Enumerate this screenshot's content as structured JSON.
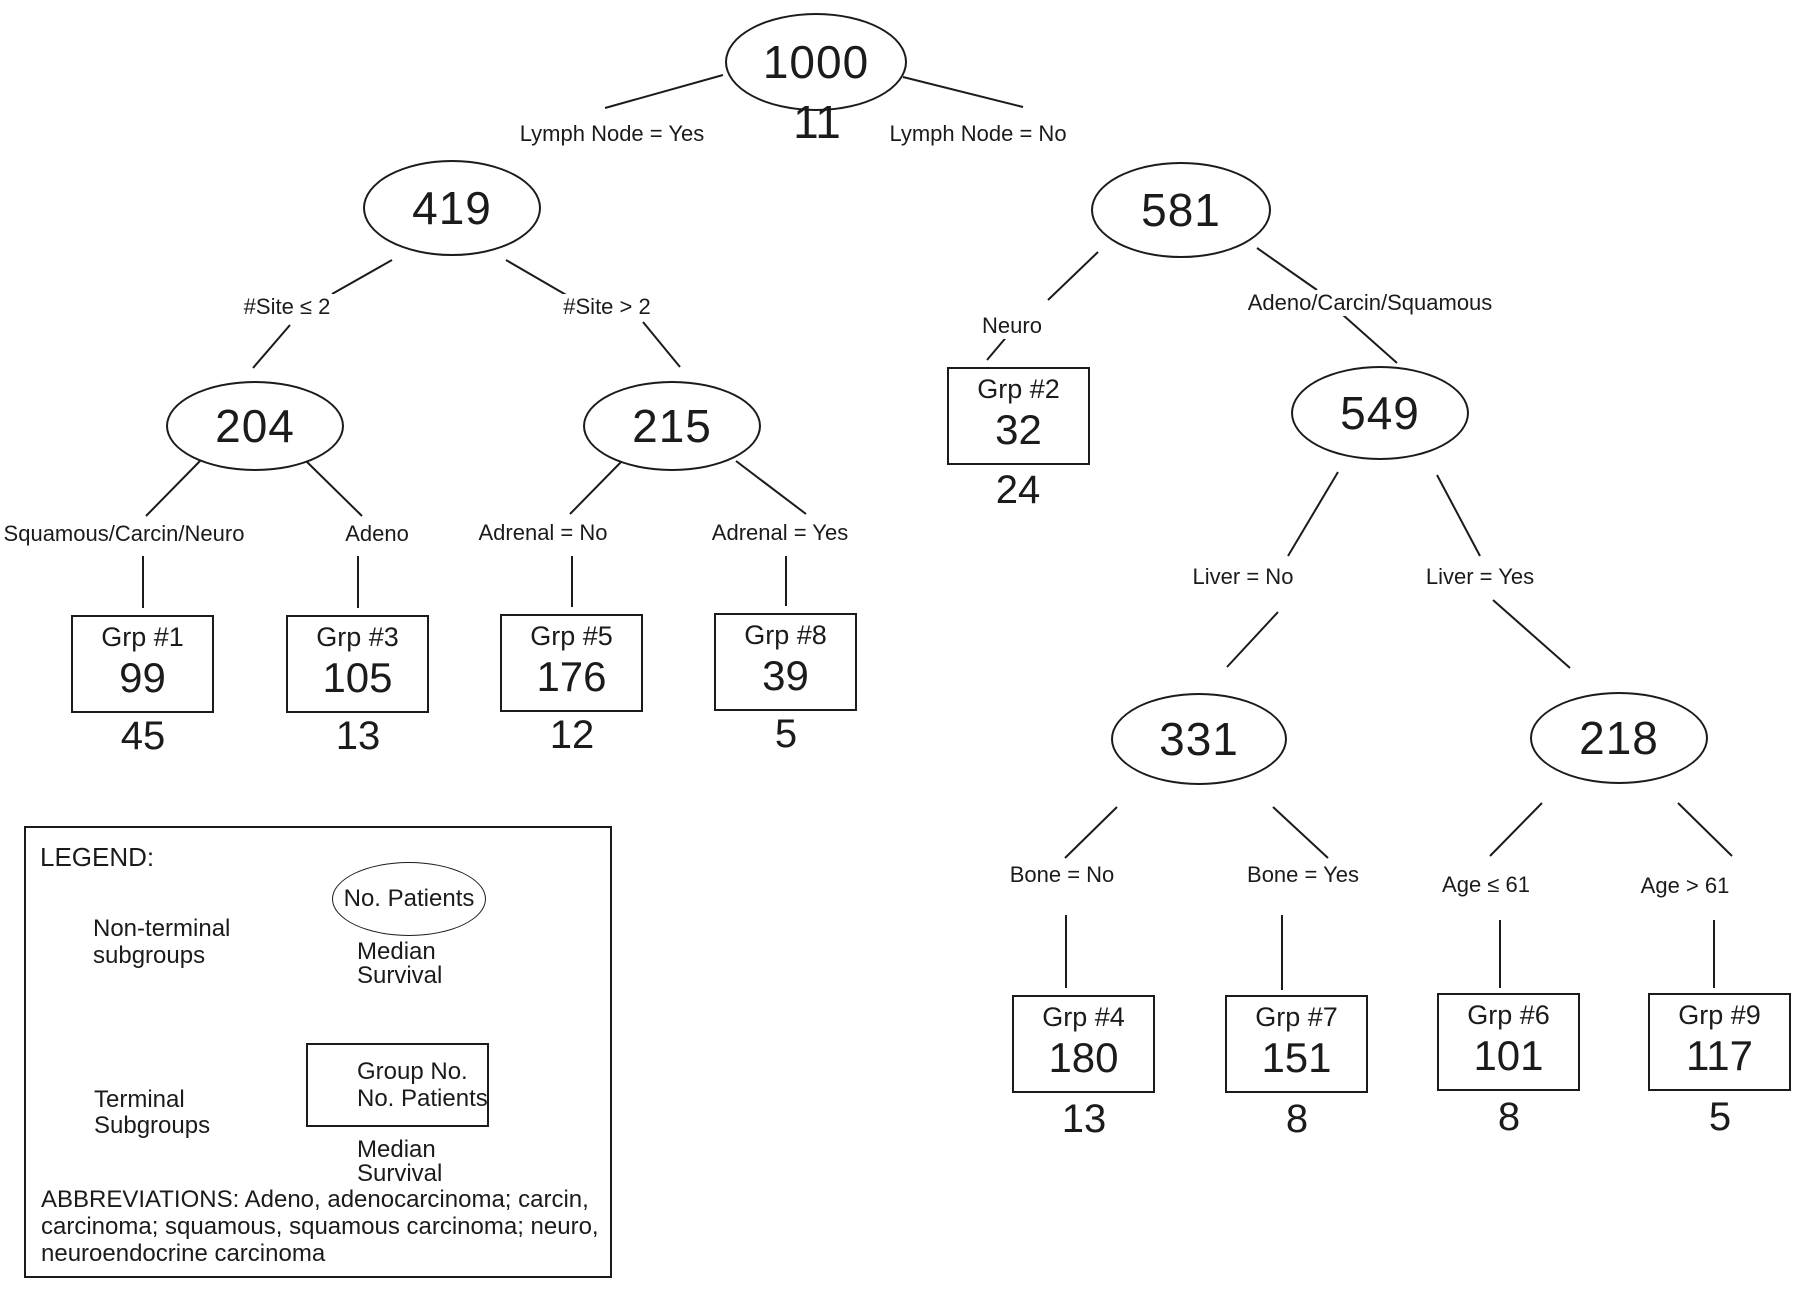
{
  "figure": {
    "background": "#ffffff",
    "line_color": "#1b1b1b"
  },
  "nodes": {
    "n1000": "1000",
    "n419": "419",
    "n204": "204",
    "n215": "215",
    "n581": "581",
    "n549": "549",
    "n331": "331",
    "n218": "218"
  },
  "root_median": "11",
  "edges": {
    "lymph_yes": "Lymph Node = Yes",
    "lymph_no": "Lymph Node = No",
    "site_le2": "#Site ≤ 2",
    "site_gt2": "#Site > 2",
    "squamous": "Squamous/Carcin/Neuro",
    "adeno": "Adeno",
    "adrenal_no": "Adrenal = No",
    "adrenal_yes": "Adrenal = Yes",
    "neuro": "Neuro",
    "acs": "Adeno/Carcin/Squamous",
    "liver_no": "Liver = No",
    "liver_yes": "Liver = Yes",
    "bone_no": "Bone = No",
    "bone_yes": "Bone = Yes",
    "age_le": "Age ≤ 61",
    "age_gt": "Age > 61"
  },
  "groups": {
    "g1": {
      "name": "Grp #1",
      "patients": "99",
      "median": "45"
    },
    "g2": {
      "name": "Grp #2",
      "patients": "32",
      "median": "24"
    },
    "g3": {
      "name": "Grp #3",
      "patients": "105",
      "median": "13"
    },
    "g4": {
      "name": "Grp #4",
      "patients": "180",
      "median": "13"
    },
    "g5": {
      "name": "Grp #5",
      "patients": "176",
      "median": "12"
    },
    "g6": {
      "name": "Grp #6",
      "patients": "101",
      "median": "8"
    },
    "g7": {
      "name": "Grp #7",
      "patients": "151",
      "median": "8"
    },
    "g8": {
      "name": "Grp #8",
      "patients": "39",
      "median": "5"
    },
    "g9": {
      "name": "Grp #9",
      "patients": "117",
      "median": "5"
    }
  },
  "legend": {
    "title": "LEGEND:",
    "nonterminal_line1": "Non-terminal",
    "nonterminal_line2": "subgroups",
    "ellipse_text": "No. Patients",
    "median_line1": "Median",
    "median_line2": "Survival",
    "terminal_line1": "Terminal",
    "terminal_line2": "Subgroups",
    "box_line1": "Group No.",
    "box_line2": "No. Patients",
    "abbrev": [
      "ABBREVIATIONS:  Adeno, adenocarcinoma; carcin,",
      "carcinoma; squamous, squamous carcinoma;  neuro,",
      "neuroendocrine carcinoma"
    ]
  }
}
